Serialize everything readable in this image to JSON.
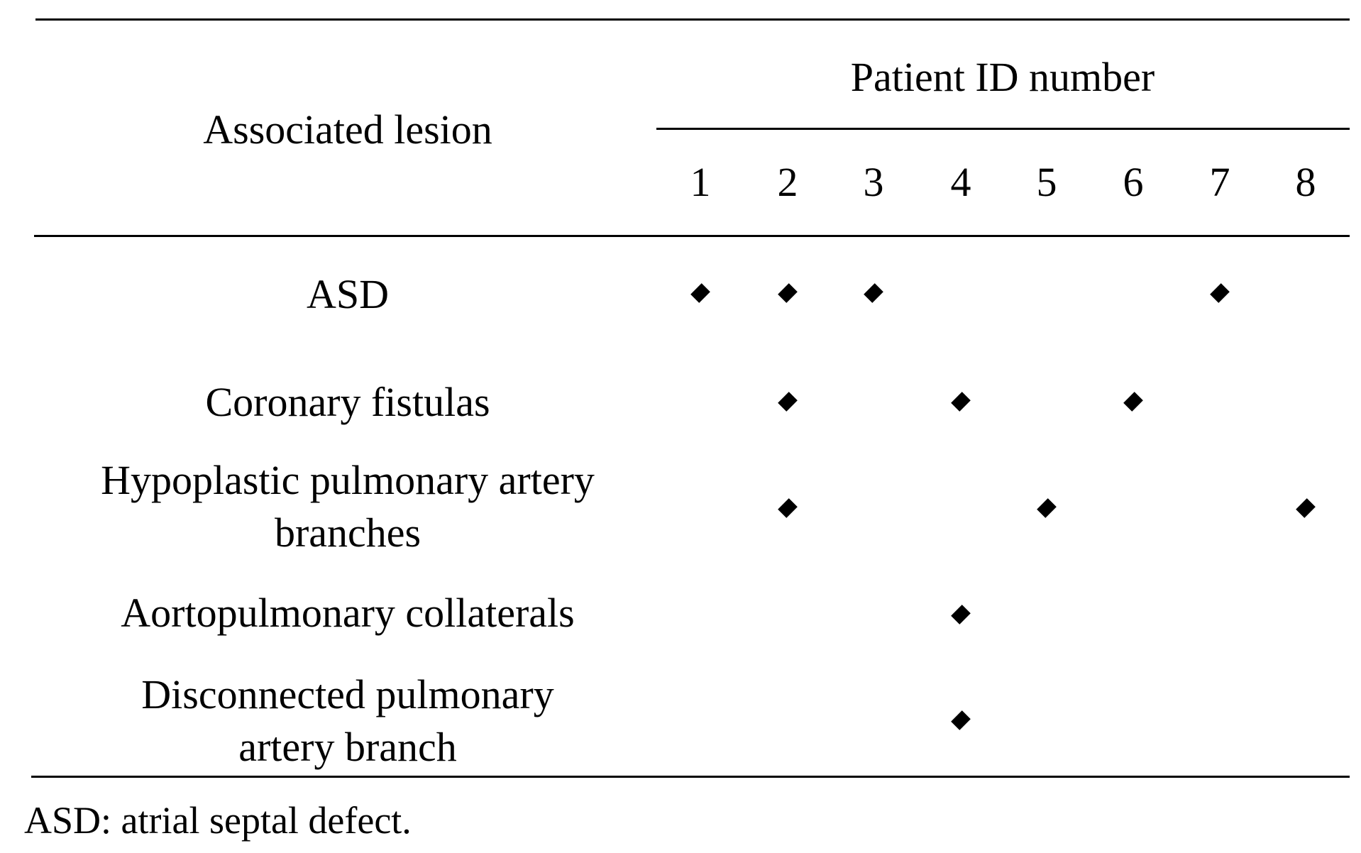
{
  "table": {
    "header": {
      "lesion_label": "Associated lesion",
      "patient_group_label": "Patient ID number",
      "patient_ids": [
        "1",
        "2",
        "3",
        "4",
        "5",
        "6",
        "7",
        "8"
      ]
    },
    "marker_glyph": "♦",
    "rows": [
      {
        "lesion": [
          "ASD"
        ],
        "patients": [
          "1",
          "2",
          "3",
          "7"
        ]
      },
      {
        "lesion": [
          "Coronary fistulas"
        ],
        "patients": [
          "2",
          "4",
          "6"
        ]
      },
      {
        "lesion": [
          "Hypoplastic pulmonary artery",
          "branches"
        ],
        "patients": [
          "2",
          "5",
          "8"
        ]
      },
      {
        "lesion": [
          "Aortopulmonary collaterals"
        ],
        "patients": [
          "4"
        ]
      },
      {
        "lesion": [
          "Disconnected pulmonary",
          "artery branch"
        ],
        "patients": [
          "4"
        ]
      }
    ]
  },
  "footnote": "ASD: atrial septal defect."
}
